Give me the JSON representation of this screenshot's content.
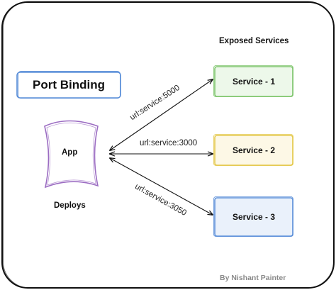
{
  "diagram": {
    "title": "Port Binding",
    "heading": "Exposed Services",
    "app": {
      "label": "App",
      "caption": "Deploys"
    },
    "services": [
      {
        "label": "Service - 1",
        "color": "#7cc46a",
        "fill": "#edf8ea"
      },
      {
        "label": "Service - 2",
        "color": "#e4c84a",
        "fill": "#fdf8e6"
      },
      {
        "label": "Service - 3",
        "color": "#5b8fd9",
        "fill": "#eaf1fb"
      }
    ],
    "edges": [
      {
        "label": "url:service:5000"
      },
      {
        "label": "url:service:3000"
      },
      {
        "label": "url:service:3050"
      }
    ],
    "credit": "By Nishant Painter",
    "colors": {
      "frame": "#111111",
      "title_border": "#5b8fd9",
      "app_border": "#9b6cc2",
      "arrow": "#111111"
    }
  }
}
